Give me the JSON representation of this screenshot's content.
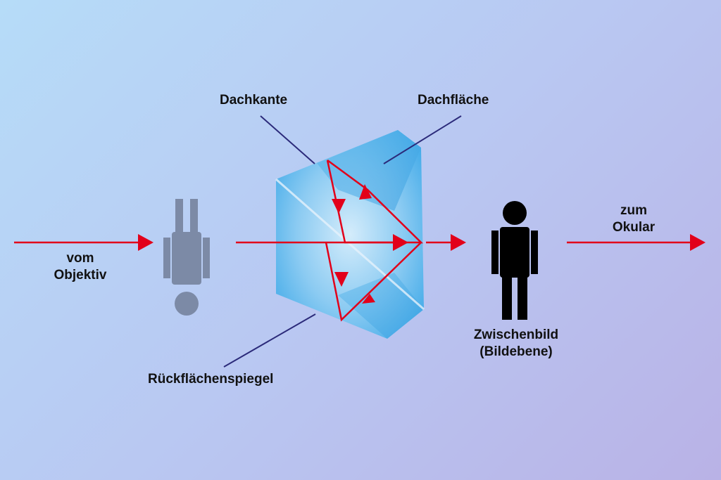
{
  "labels": {
    "dachkante": "Dachkante",
    "dachflaeche": "Dachfläche",
    "vom_objektiv": [
      "vom",
      "Objektiv"
    ],
    "zum_okular": [
      "zum",
      "Okular"
    ],
    "zwischenbild": [
      "Zwischenbild",
      "(Bildebene)"
    ],
    "rueckflaechenspiegel": "Rückflächenspiegel"
  },
  "colors": {
    "ray": "#e2001a",
    "leader_line": "#2b2a7a",
    "prism": "#3fa9e8",
    "figure_upright": "#000000",
    "figure_inverted": "#7c8aa6"
  }
}
